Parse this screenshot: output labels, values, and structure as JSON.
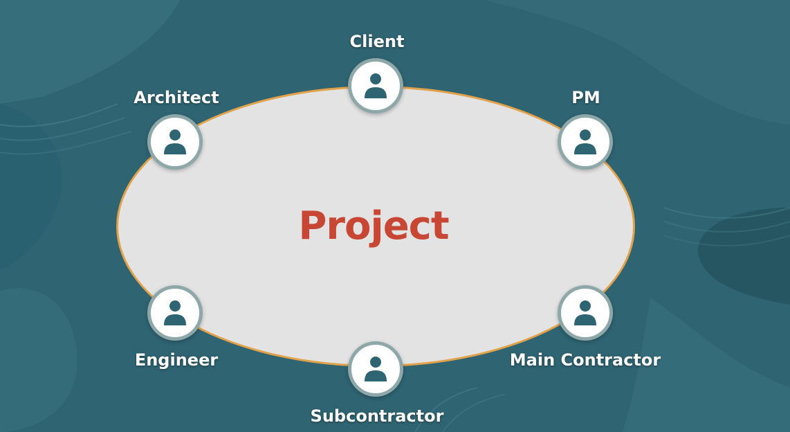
{
  "diagram": {
    "center": "Project",
    "stakeholders": [
      {
        "id": "client",
        "label": "Client",
        "icon": "person-icon"
      },
      {
        "id": "architect",
        "label": "Architect",
        "icon": "person-icon"
      },
      {
        "id": "pm",
        "label": "PM",
        "icon": "person-icon"
      },
      {
        "id": "engineer",
        "label": "Engineer",
        "icon": "person-icon"
      },
      {
        "id": "main-contractor",
        "label": "Main Contractor",
        "icon": "person-icon"
      },
      {
        "id": "subcontractor",
        "label": "Subcontractor",
        "icon": "person-icon"
      }
    ]
  },
  "colors": {
    "background": "#2f6472",
    "ellipse_fill": "#e3e3e3",
    "ellipse_border": "#e2a24a",
    "center_text": "#c74634",
    "node_ring": "#8ea8a9",
    "person_icon": "#2f6472",
    "label_text": "#ffffff"
  }
}
